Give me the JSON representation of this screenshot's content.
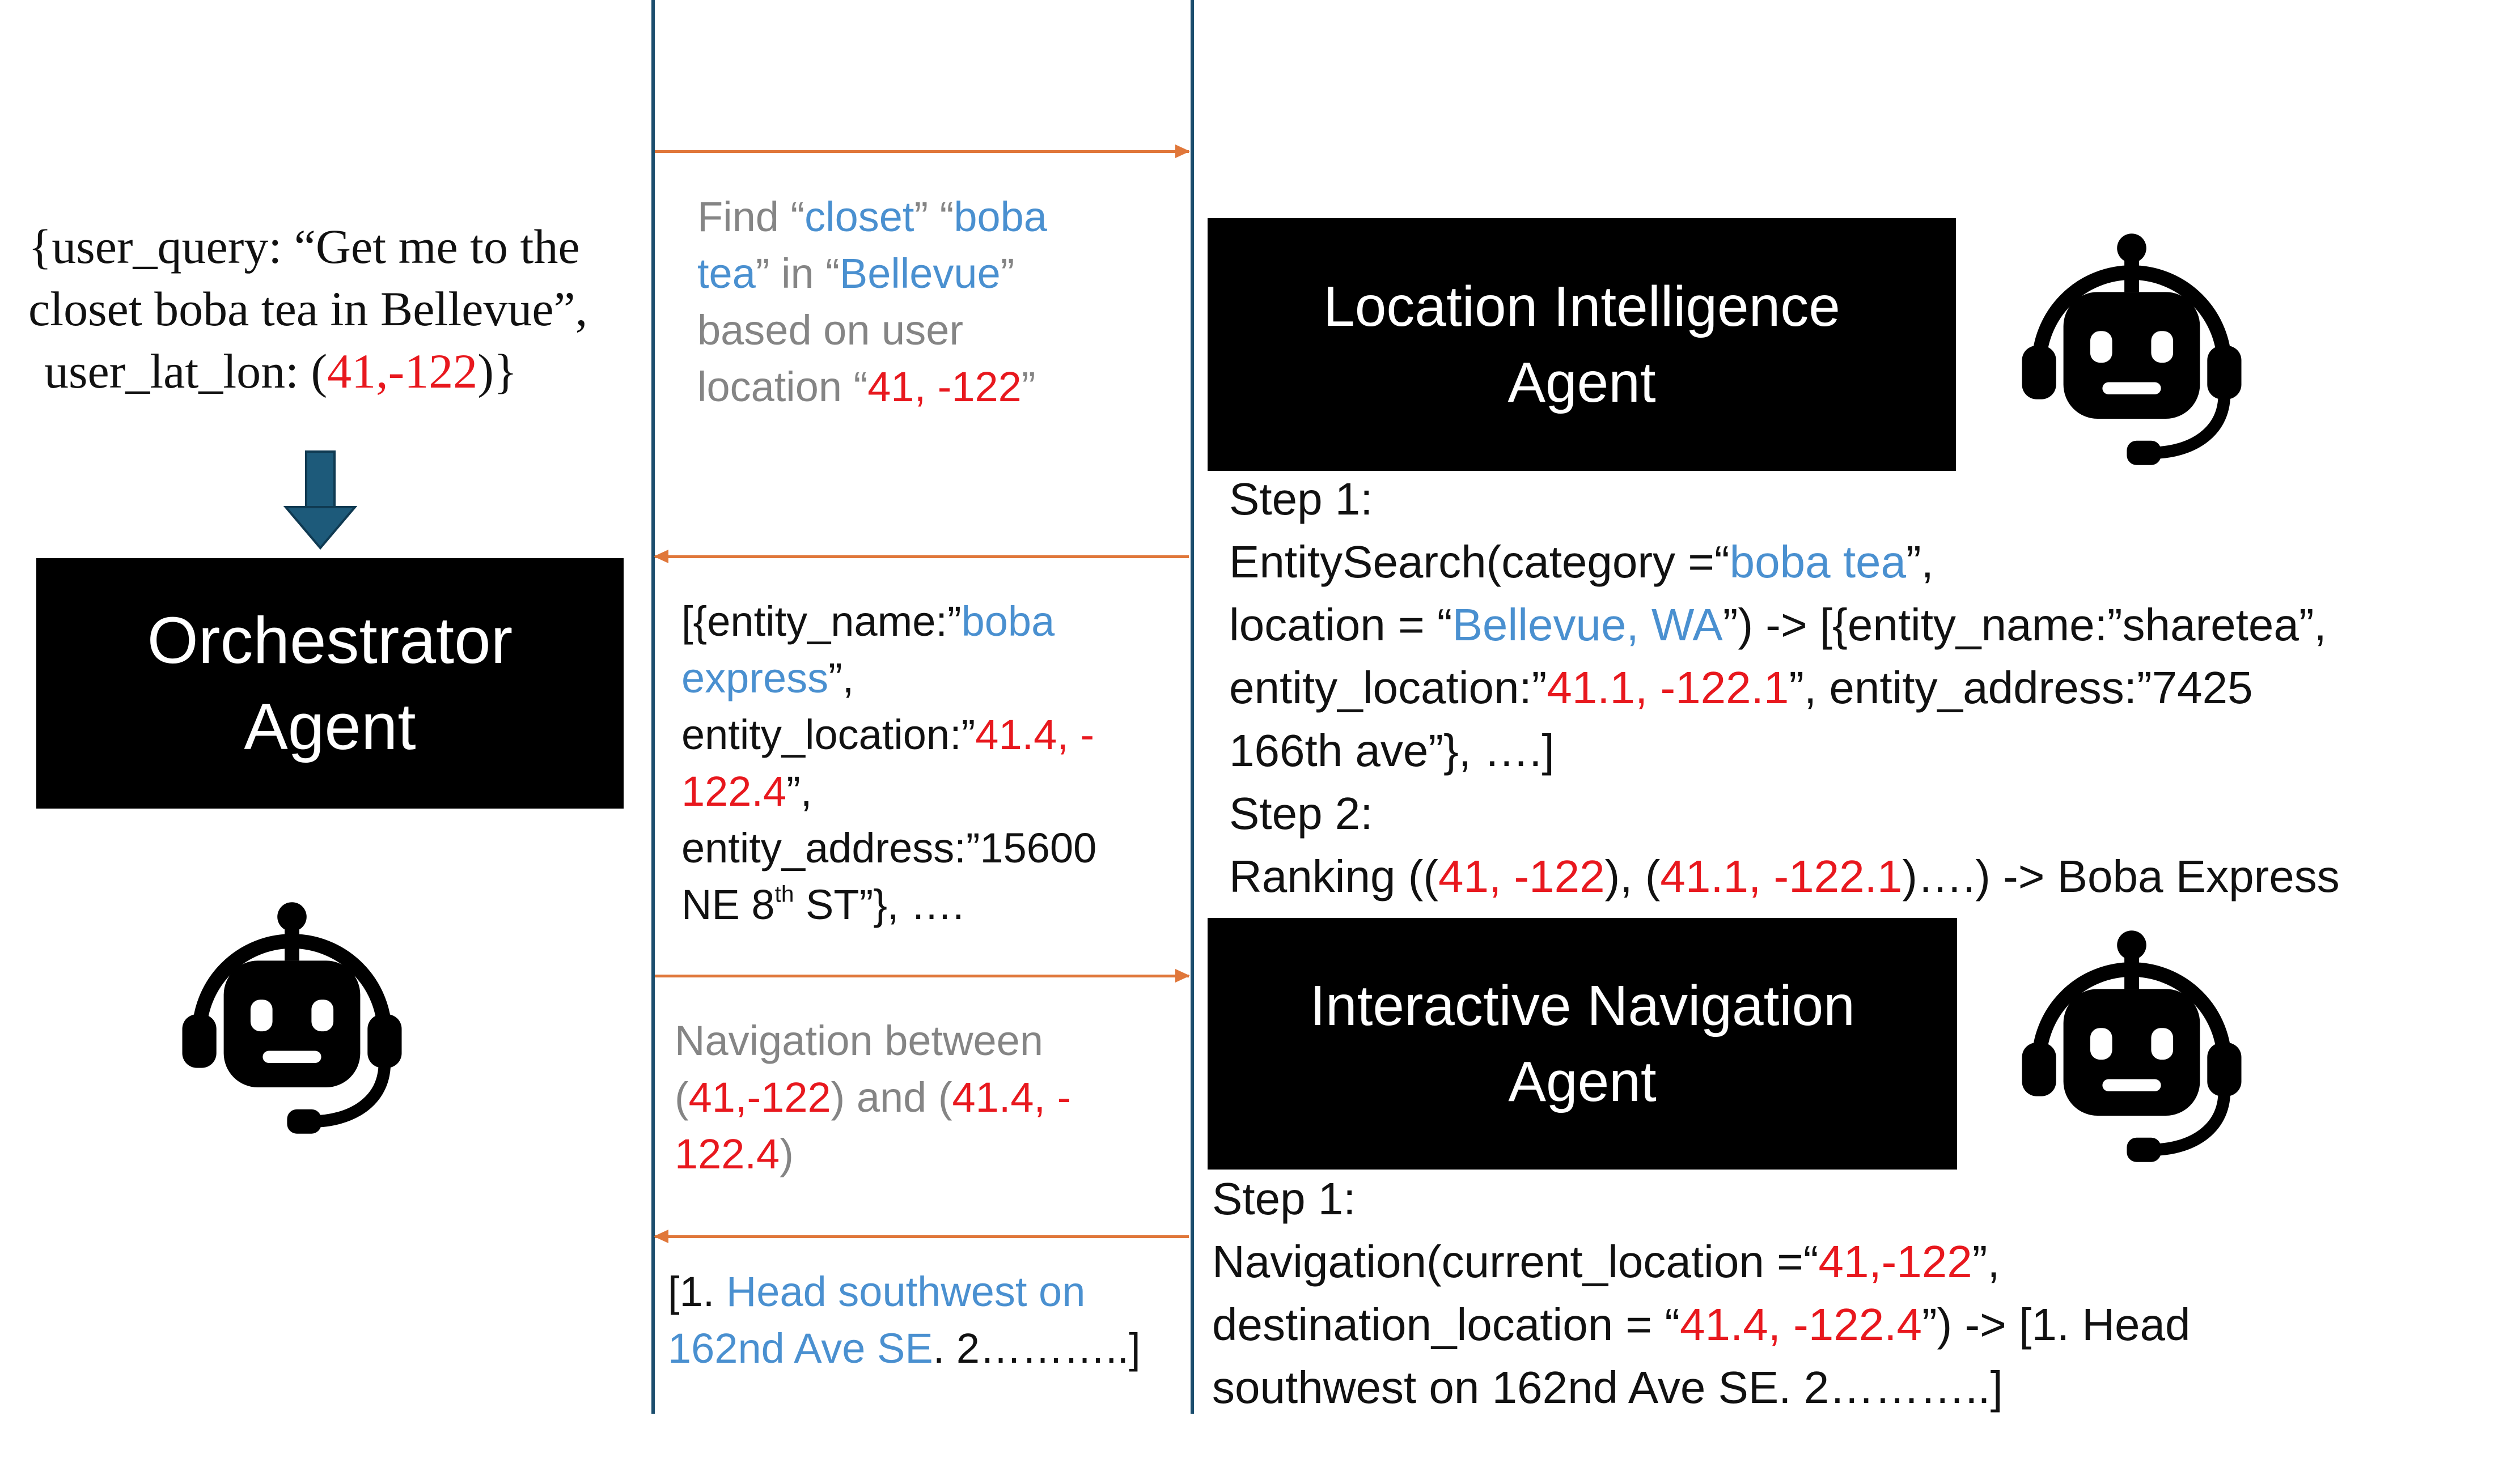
{
  "colors": {
    "accent_blue": "#4a90d0",
    "value_red": "#e8181e",
    "muted_gray": "#858585",
    "lane_line": "#1c4e6e",
    "arrow": "#e0773a",
    "box": "#000000"
  },
  "input": {
    "l1": "{user_query: “Get me to the",
    "l2": "closet boba tea in Bellevue”,",
    "l3a": "user_lat_lon: (",
    "l3b": "41,-122",
    "l3c": ")}"
  },
  "orchestrator": {
    "l1": "Orchestrator",
    "l2": "Agent",
    "icon": "robot-headset-icon"
  },
  "location_agent": {
    "l1": "Location Intelligence",
    "l2": "Agent",
    "icon": "robot-headset-icon"
  },
  "navigation_agent": {
    "l1": "Interactive Navigation",
    "l2": "Agent",
    "icon": "robot-headset-icon"
  },
  "msg1": {
    "a": "Find “",
    "b": "closet",
    "c": "” “",
    "d": "boba",
    "e": "tea",
    "f": "” in “",
    "g": "Bellevue",
    "h": "”",
    "i": "based on user",
    "j": "location “",
    "k": "41, -122",
    "l": "”"
  },
  "msg2": {
    "a": "[{entity_name:”",
    "b": "boba",
    "c": "express",
    "d": "”,",
    "e": "entity_location:”",
    "f": "41.4, -",
    "g": "122.4",
    "h": "”,",
    "i": "entity_address:”15600",
    "j": "NE 8",
    "k": "th",
    "l": " ST”}, …."
  },
  "msg3": {
    "a": "Navigation between",
    "b": "(",
    "c": "41,-122",
    "d": ") and (",
    "e": "41.4, -",
    "f": "122.4",
    "g": ")"
  },
  "msg4": {
    "a": "[1. ",
    "b": "Head southwest on",
    "c": "162nd Ave SE",
    "d": ". 2………..]"
  },
  "loc_steps": {
    "s1": "Step 1:",
    "l2a": "EntitySearch(category =“",
    "l2b": "boba tea",
    "l2c": "”,",
    "l3a": "location = “",
    "l3b": "Bellevue, WA",
    "l3c": "”) -> [{entity_name:”sharetea”,",
    "l4a": "entity_location:”",
    "l4b": "41.1, -122.1",
    "l4c": "”, entity_address:”7425",
    "l5": "166th ave”}, ….]",
    "s2": "Step 2:",
    "l7a": "Ranking ((",
    "l7b": "41, -122",
    "l7c": "), (",
    "l7d": "41.1, -122.1",
    "l7e": ")….) -> Boba Express"
  },
  "nav_steps": {
    "s1": "Step 1:",
    "l2a": "Navigation(current_location =“",
    "l2b": "41,-122",
    "l2c": "”,",
    "l3a": "destination_location = “",
    "l3b": "41.4, -122.4",
    "l3c": "”) -> [1. Head",
    "l4": "southwest on 162nd Ave SE. 2………..]"
  }
}
